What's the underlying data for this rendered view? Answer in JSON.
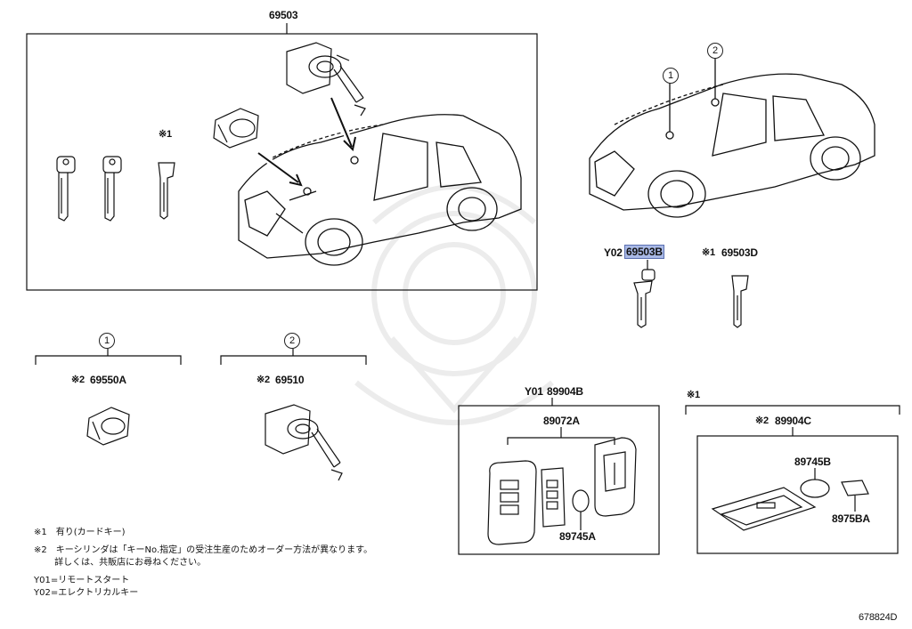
{
  "top_group": {
    "part_no": "69503"
  },
  "keys_group": {
    "note_mark": "※1",
    "y02_prefix": "Y02",
    "y02_part": "69503B",
    "card_prefix": "※1",
    "card_part": "69503D"
  },
  "car_callouts": [
    "1",
    "2"
  ],
  "group1": {
    "circle": "1",
    "prefix": "※2",
    "part": "69550A"
  },
  "group2": {
    "circle": "2",
    "prefix": "※2",
    "part": "69510"
  },
  "remote_group": {
    "prefix": "Y01",
    "part": "89904B",
    "sub_part": "89072A",
    "battery_part": "89745A"
  },
  "card_key_group": {
    "header_mark": "※1",
    "prefix": "※2",
    "part": "89904C",
    "battery_part": "89745B",
    "film_part": "8975BA"
  },
  "notes": [
    "※1　有り(カードキー)",
    "※2　キーシリンダは「キーNo.指定」の受注生産のためオーダー方法が異なります。",
    "　　 詳しくは、共販店にお尋ねください。",
    "Y01=リモートスタート",
    "Y02=エレクトリカルキー"
  ],
  "diagram_id": "678824D"
}
